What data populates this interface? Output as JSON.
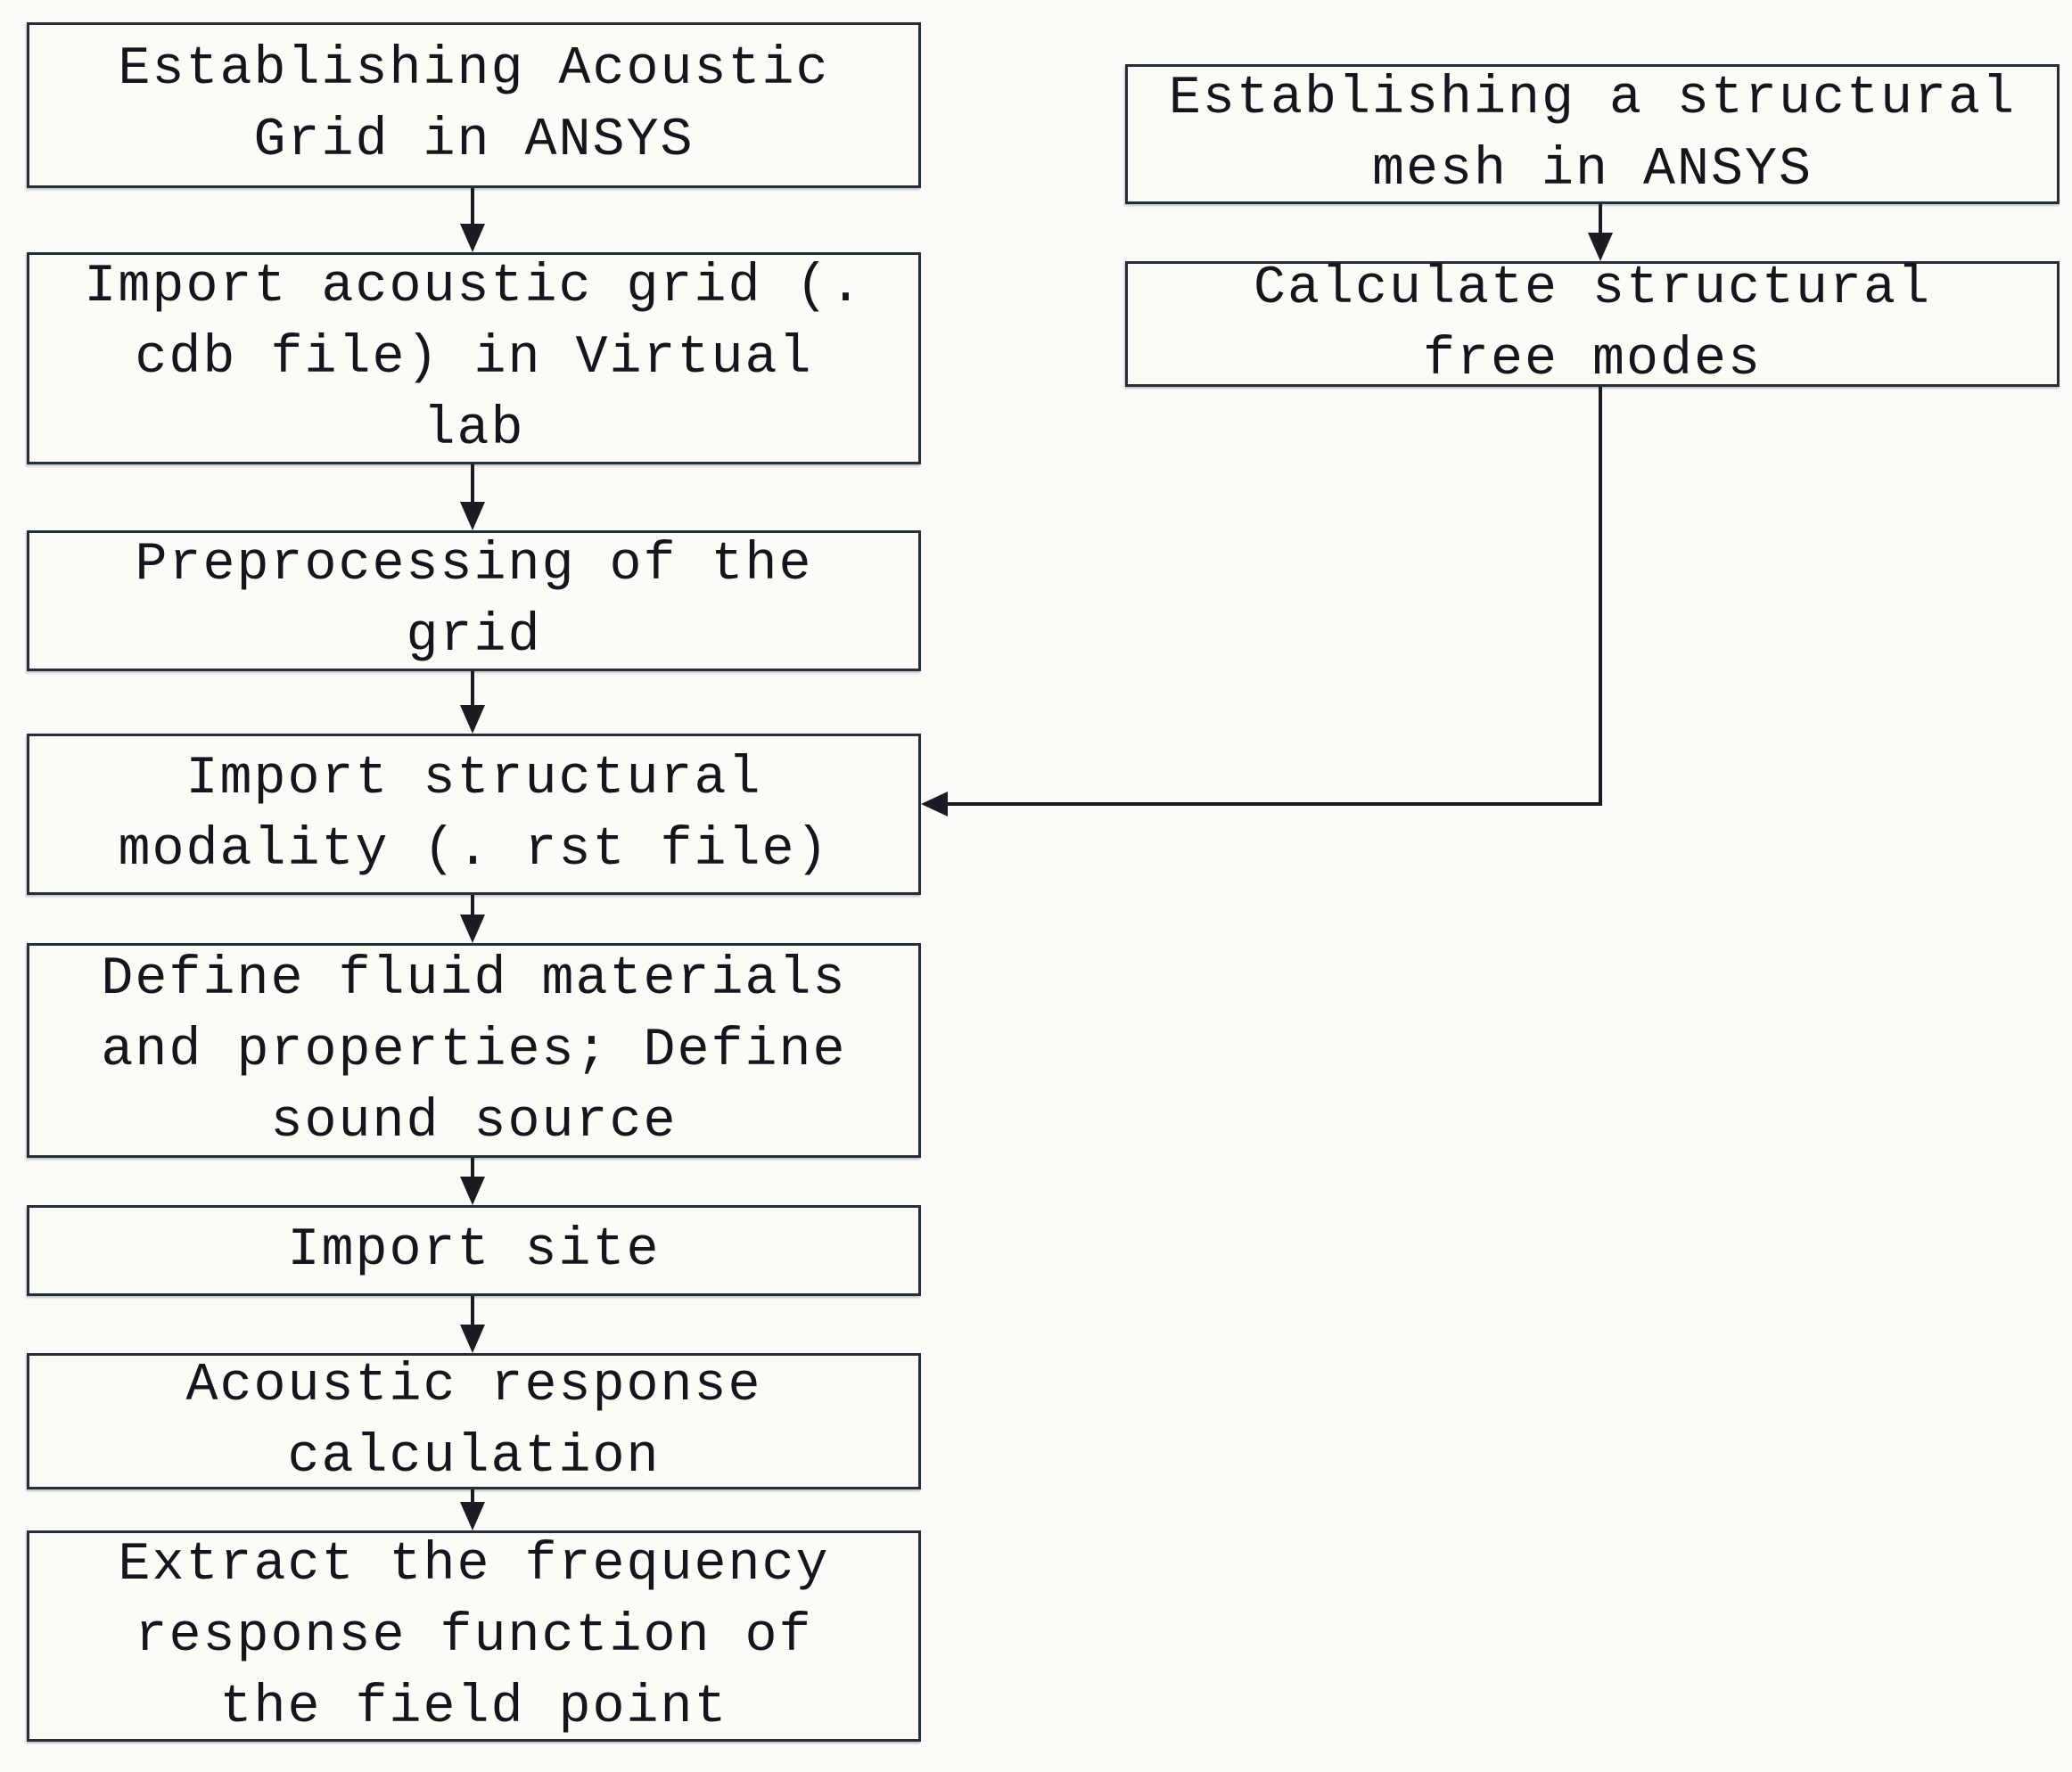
{
  "flowchart": {
    "colors": {
      "background": "#fcfbf7",
      "box_fill": "#fdfbf5",
      "box_border": "#262e3a",
      "line": "#1b1b24",
      "text": "#15151d"
    },
    "left_column": {
      "steps": [
        {
          "id": "establish-acoustic-grid",
          "label": "Establishing Acoustic\nGrid in ANSYS"
        },
        {
          "id": "import-acoustic-grid",
          "label": "Import acoustic grid (.\ncdb file) in Virtual\nlab"
        },
        {
          "id": "preprocess-grid",
          "label": "Preprocessing of the\ngrid"
        },
        {
          "id": "import-structural-modality",
          "label": "Import structural\nmodality (. rst file)"
        },
        {
          "id": "define-fluid-materials",
          "label": "Define fluid materials\nand properties; Define\nsound source"
        },
        {
          "id": "import-site",
          "label": "Import site"
        },
        {
          "id": "acoustic-response-calculation",
          "label": "Acoustic response\ncalculation"
        },
        {
          "id": "extract-frequency-response",
          "label": "Extract the frequency\nresponse function of\nthe field point"
        }
      ]
    },
    "right_column": {
      "steps": [
        {
          "id": "establish-structural-mesh",
          "label": "Establishing a structural\nmesh in ANSYS"
        },
        {
          "id": "calculate-free-modes",
          "label": "Calculate structural\nfree modes"
        }
      ]
    }
  }
}
